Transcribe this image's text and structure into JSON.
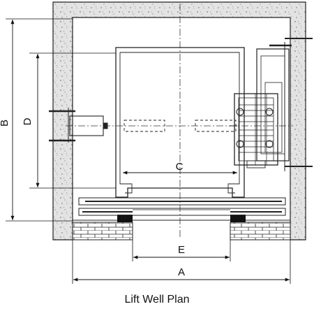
{
  "caption": "Lift Well Plan",
  "dimensions": {
    "a": "A",
    "b": "B",
    "c": "C",
    "d": "D",
    "e": "E"
  }
}
